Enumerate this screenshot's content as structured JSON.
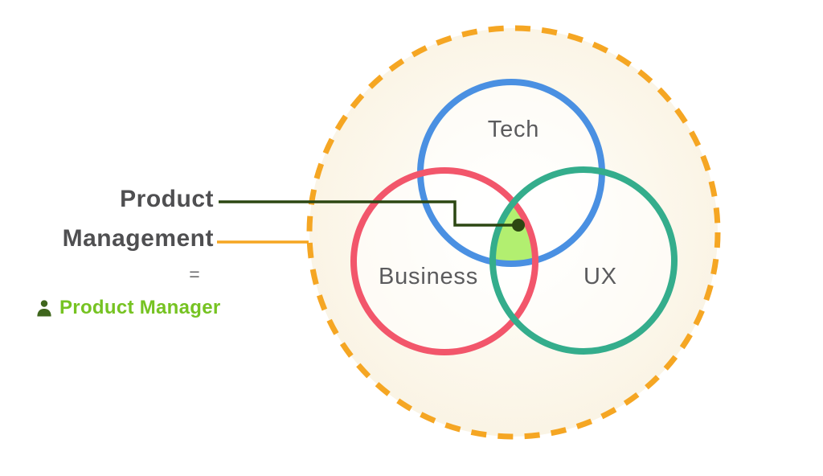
{
  "heading": {
    "line1": "Product",
    "line2": "Management",
    "equals_sign": "=",
    "result_label": "Product Manager"
  },
  "venn": {
    "circles": [
      {
        "id": "tech",
        "label": "Tech"
      },
      {
        "id": "business",
        "label": "Business"
      },
      {
        "id": "ux",
        "label": "UX"
      }
    ],
    "intersection_meaning": "Product Manager"
  },
  "icons": {
    "person": "person-silhouette"
  },
  "colors": {
    "tech_blue": "#4a90e2",
    "business_red": "#f2566b",
    "ux_teal": "#34ad8c",
    "boundary_orange": "#f5a623",
    "intersection_green": "#b2ef70",
    "connector_dark_green": "#2c4712",
    "heading_gray": "#4f4f51",
    "circle_label_gray": "#5b5b5d",
    "result_green": "#76c322",
    "icon_dark_green": "#3f661d",
    "disc_cream": "#faf3e3"
  }
}
